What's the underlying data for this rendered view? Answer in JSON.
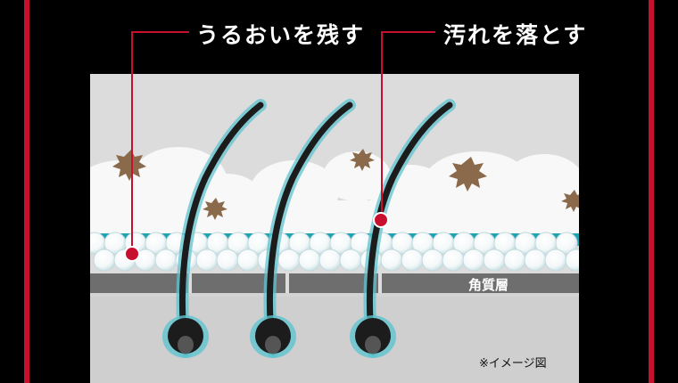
{
  "labels": {
    "moisture": "うるおいを残す",
    "dirt": "汚れを落とす",
    "stratum_corneum": "角質層",
    "image_note": "※イメージ図"
  },
  "colors": {
    "frame_red": "#c8102e",
    "callout_red": "#c8102e",
    "teal": "#1fa3b3",
    "dirt_brown": "#8a6a4a",
    "hair_black": "#1c1c1c",
    "skin_dark": "#6e6e6e",
    "background_light": "#d9d9d9"
  },
  "icons": {
    "dirt_particle": "dirt-particle-icon",
    "callout_dot": "callout-dot-icon"
  }
}
